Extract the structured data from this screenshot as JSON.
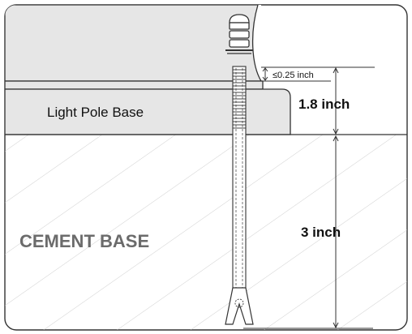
{
  "labels": {
    "pole_base": "Light Pole Base",
    "cement_base": "CEMENT BASE",
    "dim_top": "1.8 inch",
    "dim_bottom": "3 inch",
    "gap": "≤0.25 inch"
  },
  "colors": {
    "pole_fill": "#e6e6e6",
    "cement_fill": "#ffffff",
    "stroke": "#333333",
    "hatch": "#b8b8b8",
    "cement_text": "#6b6b6b"
  }
}
